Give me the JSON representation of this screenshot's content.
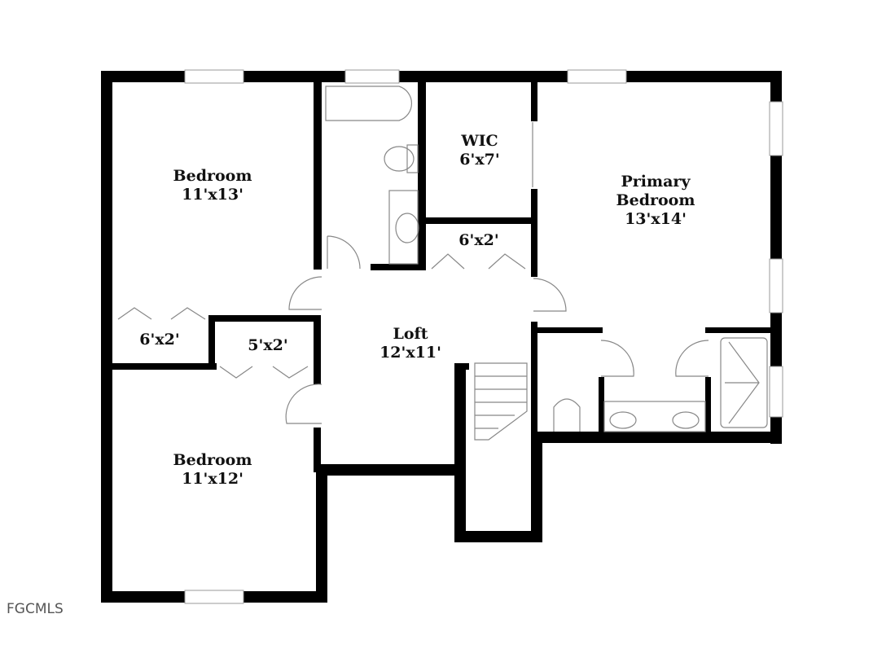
{
  "plan": {
    "type": "floor-plan",
    "rooms": [
      {
        "id": "bedroom-1",
        "name": "Bedroom",
        "size": "11'x13'"
      },
      {
        "id": "bathroom",
        "name": "",
        "size": ""
      },
      {
        "id": "wic",
        "name": "WIC",
        "size": "6'x7'"
      },
      {
        "id": "closet-wic-hall",
        "name": "",
        "size": "6'x2'"
      },
      {
        "id": "primary-bedroom",
        "name": "Primary\nBedroom",
        "name_line1": "Primary",
        "name_line2": "Bedroom",
        "size": "13'x14'"
      },
      {
        "id": "closet-bedroom-1",
        "name": "",
        "size": "6'x2'"
      },
      {
        "id": "closet-bedroom-2",
        "name": "",
        "size": "5'x2'"
      },
      {
        "id": "loft",
        "name": "Loft",
        "size": "12'x11'"
      },
      {
        "id": "bedroom-2",
        "name": "Bedroom",
        "size": "11'x12'"
      },
      {
        "id": "primary-bath",
        "name": "",
        "size": ""
      }
    ],
    "colors": {
      "wall": "#000000",
      "fixture": "#888888",
      "background": "#ffffff"
    }
  },
  "watermark": "FGCMLS"
}
